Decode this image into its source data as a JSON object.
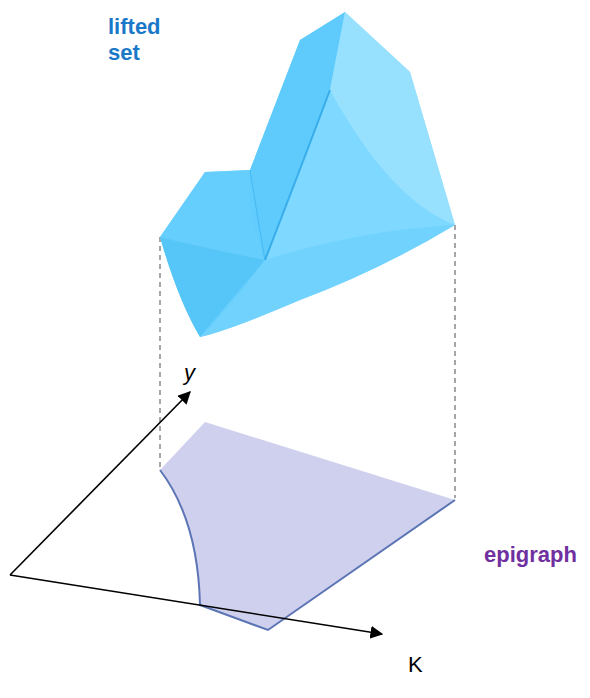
{
  "diagram": {
    "labels": [
      "lifted set",
      "y",
      "K",
      "epigraph"
    ]
  }
}
